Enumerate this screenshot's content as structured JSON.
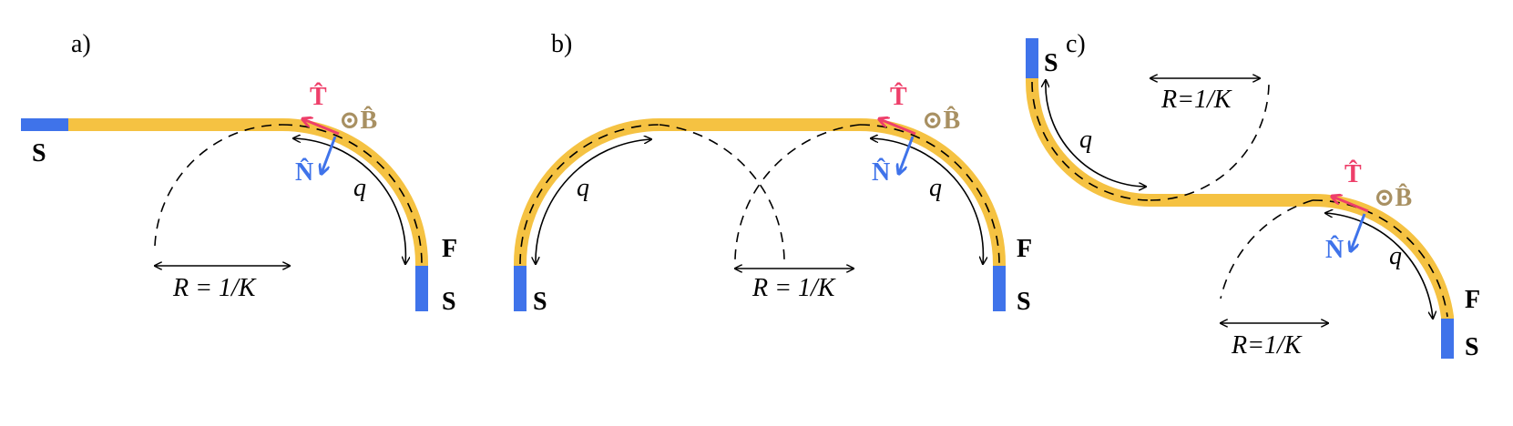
{
  "colors": {
    "ferromagnet": "#f5c242",
    "superconductor": "#3f73ea",
    "tangent": "#ee3f6a",
    "normal": "#3f73ea",
    "binormal": "#a89062",
    "ink": "#000000"
  },
  "symbols": {
    "tangent": "T̂",
    "normal": "N̂",
    "binormal": "⊙B̂"
  },
  "panels": [
    {
      "id": "a",
      "label": "a)",
      "lead_left": "S",
      "lead_right": "S",
      "ferromagnet": "F",
      "arc": "q",
      "radius": "R = 1/K"
    },
    {
      "id": "b",
      "label": "b)",
      "lead_left": "S",
      "lead_right": "S",
      "ferromagnet": "F",
      "arc_left": "q",
      "arc_right": "q",
      "radius": "R = 1/K"
    },
    {
      "id": "c",
      "label": "c)",
      "lead_top": "S",
      "lead_bottom": "S",
      "ferromagnet": "F",
      "arc_top": "q",
      "arc_bottom": "q",
      "radius_top": "R=1/K",
      "radius_bottom": "R=1/K"
    }
  ]
}
